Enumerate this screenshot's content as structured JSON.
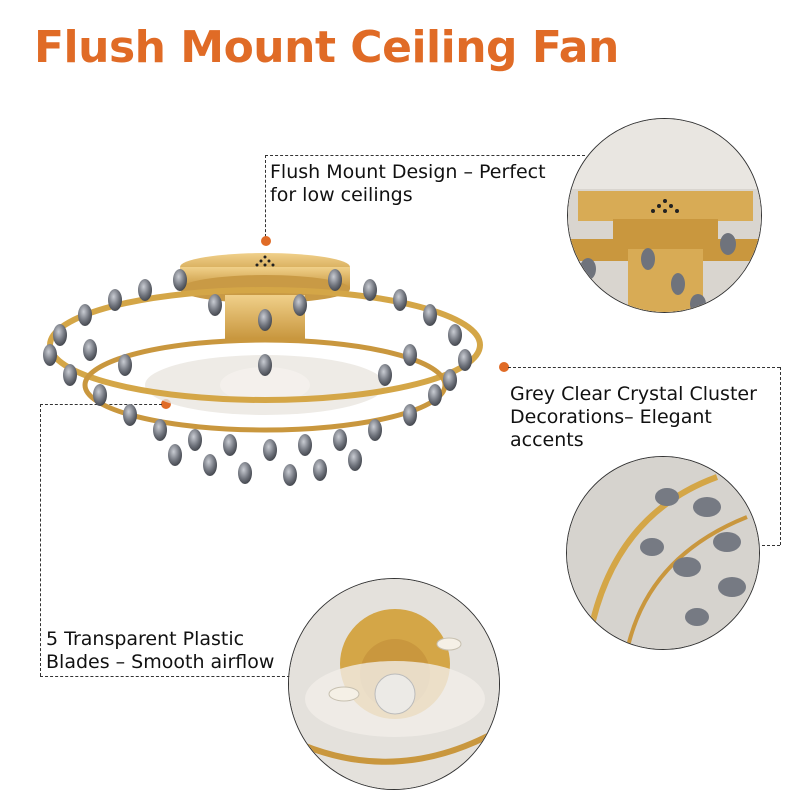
{
  "title": "Flush Mount Ceiling Fan",
  "colors": {
    "accent": "#e06b26",
    "gold": "#d4a647",
    "crystal": "#6b6f78",
    "line": "#333333"
  },
  "callouts": [
    {
      "id": "flush-mount",
      "line1": "Flush Mount Design – Perfect",
      "line2": "for low ceilings"
    },
    {
      "id": "crystal",
      "line1": "Grey Clear Crystal Cluster",
      "line2": "Decorations– Elegant",
      "line3": "accents"
    },
    {
      "id": "blades",
      "line1": "5 Transparent Plastic",
      "line2": "Blades – Smooth airflow"
    }
  ],
  "images": {
    "main": "crystal-ceiling-fan-product",
    "detail_top": "canopy-detail",
    "detail_mid": "crystal-cluster-detail",
    "detail_bottom": "blades-underside-detail"
  }
}
